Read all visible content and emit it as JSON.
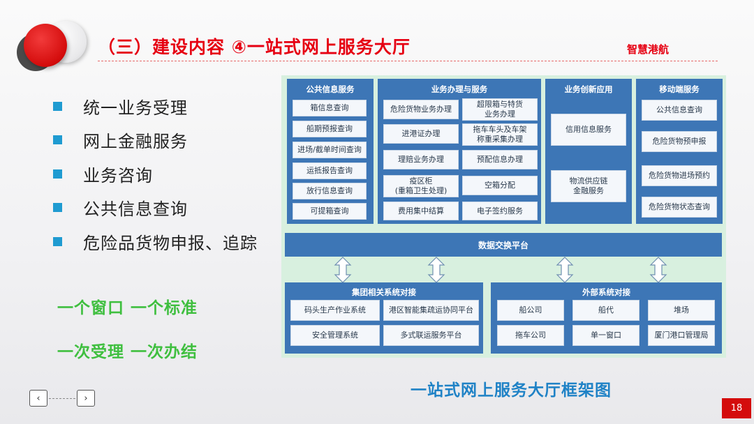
{
  "slide": {
    "title": "（三）建设内容 ④一站式网上服务大厅",
    "brand": "智慧港航",
    "page_number": "18"
  },
  "bullets": [
    "统一业务受理",
    "网上金融服务",
    "业务咨询",
    "公共信息查询",
    "危险品货物申报、追踪"
  ],
  "slogans": [
    "一个窗口 一个标准",
    "一次受理 一次办结"
  ],
  "caption": "一站式网上服务大厅框架图",
  "navigation": {
    "prev_icon": "chevron-left-icon",
    "next_icon": "chevron-right-icon",
    "prev": "‹",
    "next": "›"
  },
  "diagram": {
    "public_info": {
      "title": "公共信息服务",
      "items": [
        "箱信息查询",
        "船期预报查询",
        "进场/截单时间查询",
        "运抵报告查询",
        "放行信息查询",
        "可提箱查询"
      ]
    },
    "business": {
      "title": "业务办理与服务",
      "left": [
        "危险货物业务办理",
        "进港证办理",
        "理赔业务办理",
        "疫区柜\n(重箱卫生处理)",
        "费用集中结算"
      ],
      "right": [
        "超限箱与特货\n业务办理",
        "拖车车头及车架\n称重采集办理",
        "预配信息办理",
        "空箱分配",
        "电子签约服务"
      ]
    },
    "innovation": {
      "title": "业务创新应用",
      "items": [
        "信用信息服务",
        "物流供应链\n金融服务"
      ]
    },
    "mobile": {
      "title": "移动端服务",
      "items": [
        "公共信息查询",
        "危险货物预申报",
        "危险货物进场预约",
        "危险货物状态查询"
      ]
    },
    "exchange": "数据交换平台",
    "group": {
      "title": "集团相关系统对接",
      "items": [
        "码头生产作业系统",
        "港区智能集疏运协同平台",
        "安全管理系统",
        "多式联运服务平台"
      ]
    },
    "external": {
      "title": "外部系统对接",
      "items": [
        "船公司",
        "船代",
        "堆场",
        "拖车公司",
        "单一窗口",
        "厦门港口管理局"
      ]
    }
  },
  "colors": {
    "title_red": "#e60012",
    "bullet_blue": "#1f9bd1",
    "slogan_green": "#3fbf3f",
    "panel_blue": "#3d76b6",
    "diagram_bg": "#d8f0df",
    "caption_blue": "#1f82c6"
  }
}
